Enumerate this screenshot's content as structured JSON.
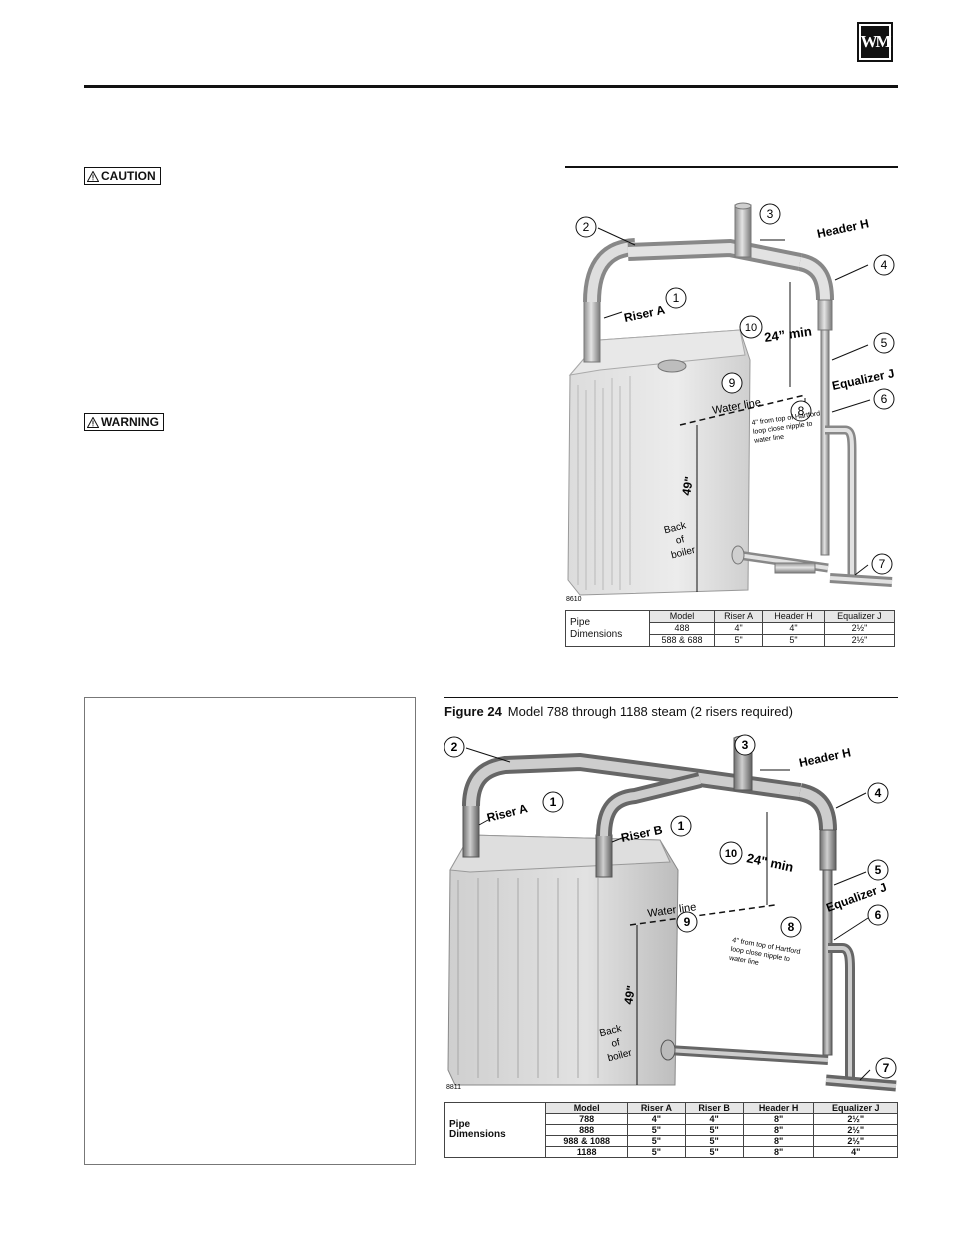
{
  "logo": {
    "text": "WM"
  },
  "alerts": {
    "caution": "CAUTION",
    "warning": "WARNING"
  },
  "figure23": {
    "callouts": [
      "1",
      "2",
      "3",
      "4",
      "5",
      "6",
      "7",
      "8",
      "9",
      "10"
    ],
    "labels": {
      "riser_a": "Riser A",
      "header_h": "Header H",
      "equalizer_j": "Equalizer J",
      "min24": "24” min",
      "water_line": "Water line",
      "note": [
        "4\" from top of Hartford",
        "loop close nipple to",
        "water line"
      ],
      "dim": "49\"",
      "back_of_boiler": [
        "Back",
        "of",
        "boiler"
      ],
      "code": "8610"
    },
    "table": {
      "row_head": [
        "Pipe",
        "Dimensions"
      ],
      "columns": [
        "Model",
        "Riser A",
        "Header H",
        "Equalizer J"
      ],
      "rows": [
        [
          "488",
          "4\"",
          "4\"",
          "2½\""
        ],
        [
          "588 & 688",
          "5\"",
          "5\"",
          "2½\""
        ]
      ]
    }
  },
  "figure24": {
    "title_label": "Figure 24",
    "title_text": "Model 788 through 1188 steam (2 risers required)",
    "callouts": [
      "1",
      "1",
      "2",
      "3",
      "4",
      "5",
      "6",
      "7",
      "8",
      "9",
      "10"
    ],
    "labels": {
      "riser_a": "Riser A",
      "riser_b": "Riser B",
      "header_h": "Header H",
      "equalizer_j": "Equalizer J",
      "min24": "24\" min",
      "water_line": "Water line",
      "note": [
        "4\" from top of Hartford",
        "loop close nipple to",
        "water line"
      ],
      "dim": "49\"",
      "back_of_boiler": [
        "Back",
        "of",
        "boiler"
      ],
      "code": "8811"
    },
    "table": {
      "row_head": [
        "Pipe",
        "Dimensions"
      ],
      "columns": [
        "Model",
        "Riser A",
        "Riser B",
        "Header H",
        "Equalizer J"
      ],
      "rows": [
        [
          "788",
          "4\"",
          "4\"",
          "8\"",
          "2½\""
        ],
        [
          "888",
          "5\"",
          "5\"",
          "8\"",
          "2½\""
        ],
        [
          "988 & 1088",
          "5\"",
          "5\"",
          "8\"",
          "2½\""
        ],
        [
          "1188",
          "5\"",
          "5\"",
          "8\"",
          "4\""
        ]
      ]
    }
  }
}
